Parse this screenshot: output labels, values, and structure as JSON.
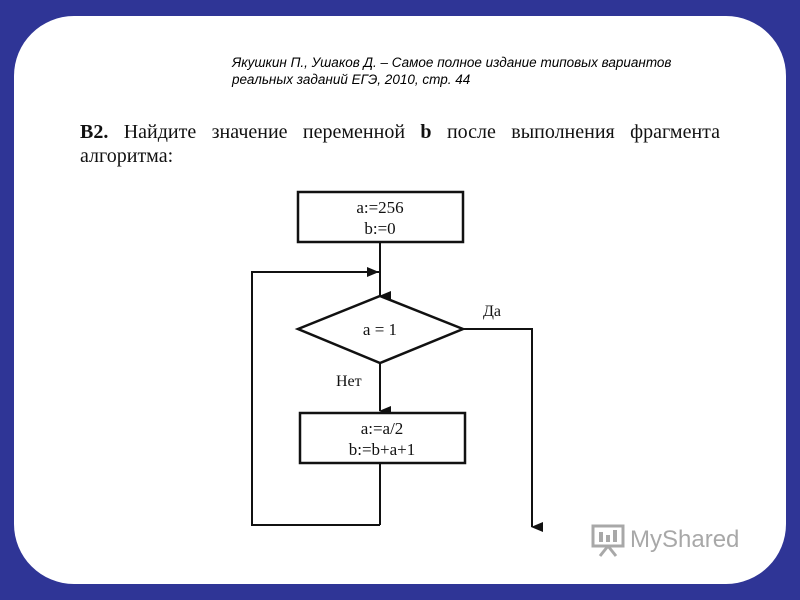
{
  "citation": {
    "line1": "Якушкин П., Ушаков Д. – Самое полное издание типовых вариантов",
    "line2": "реальных заданий ЕГЭ, 2010, стр. 44"
  },
  "task": {
    "number": "B2.",
    "text_before": "Найдите значение переменной",
    "variable": "b",
    "text_after": "после выполнения фрагмента алгоритма:"
  },
  "flowchart": {
    "init_block": [
      "a:=256",
      "b:=0"
    ],
    "condition": "a = 1",
    "yes_label": "Да",
    "no_label": "Нет",
    "body_block": [
      "a:=a/2",
      "b:=b+a+1"
    ]
  },
  "watermark": {
    "text": "MyShared"
  }
}
